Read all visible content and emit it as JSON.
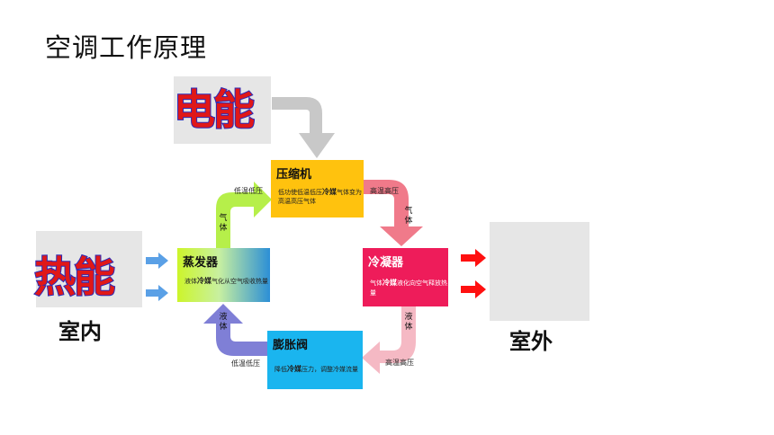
{
  "title": "空调工作原理",
  "labels": {
    "electric": "电能",
    "heat": "热能",
    "indoor": "室内",
    "outdoor": "室外"
  },
  "nodes": {
    "compressor": {
      "name": "压缩机",
      "desc1_a": "低功使低温低压",
      "desc1_b": "冷媒",
      "desc1_c": "气体变为",
      "desc2": "高温高压气体"
    },
    "condenser": {
      "name": "冷凝器",
      "desc_a": "气体",
      "desc_b": "冷媒",
      "desc_c": "液化向空气释放热量"
    },
    "evaporator": {
      "name": "蒸发器",
      "desc_a": "液体",
      "desc_b": "冷媒",
      "desc_c": "气化从空气吸收热量"
    },
    "expansion": {
      "name": "膨胀阀",
      "desc_a": "降低",
      "desc_b": "冷媒",
      "desc_c": "压力，调整冷媒流量"
    }
  },
  "arrows": {
    "top_left_label": "低温低压",
    "top_left_state": "气体",
    "top_right_label": "高温高压",
    "top_right_state": "气体",
    "bottom_right_state": "液体",
    "bottom_right_label": "高温高压",
    "bottom_left_state": "液体",
    "bottom_left_label": "低温低压"
  },
  "colors": {
    "compressor": "#ffc20e",
    "condenser": "#ee1c5a",
    "expansion": "#1ab5ef",
    "big_text": "#e01818",
    "big_text_outline": "#2a2ab8"
  }
}
